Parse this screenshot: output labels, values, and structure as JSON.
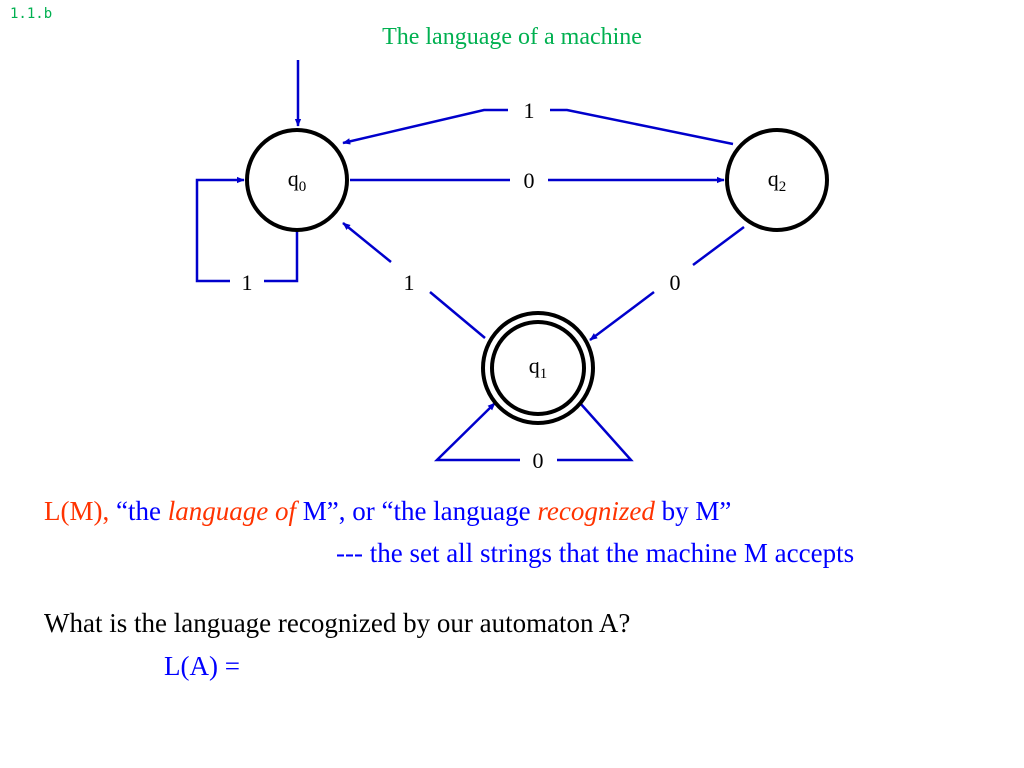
{
  "slide": {
    "id": "1.1.b",
    "title": "The language of a machine"
  },
  "automaton": {
    "states": [
      {
        "id": "q0",
        "base": "q",
        "sub": "0",
        "start": true,
        "accept": false
      },
      {
        "id": "q1",
        "base": "q",
        "sub": "1",
        "start": false,
        "accept": true
      },
      {
        "id": "q2",
        "base": "q",
        "sub": "2",
        "start": false,
        "accept": false
      }
    ],
    "transitions": [
      {
        "from": "q0",
        "to": "q0",
        "label": "1"
      },
      {
        "from": "q0",
        "to": "q2",
        "label": "0"
      },
      {
        "from": "q2",
        "to": "q0",
        "label": "1"
      },
      {
        "from": "q1",
        "to": "q0",
        "label": "1"
      },
      {
        "from": "q2",
        "to": "q1",
        "label": "0"
      },
      {
        "from": "q1",
        "to": "q1",
        "label": "0"
      }
    ]
  },
  "text": {
    "line1": {
      "a": "L(M),",
      "b": " “the ",
      "c": "language of",
      "d": "  M",
      "e": "”, or “the language ",
      "f": "recognized",
      "g": " by M”"
    },
    "line2": "--- the set all strings that the machine M accepts",
    "line3": "What is the language recognized by our automaton A?",
    "line4": "L(A) ="
  },
  "colors": {
    "title": "#00b050",
    "arrow": "#0000cc",
    "emphasis_red": "#ff3300",
    "definition_blue": "#0000ff"
  }
}
